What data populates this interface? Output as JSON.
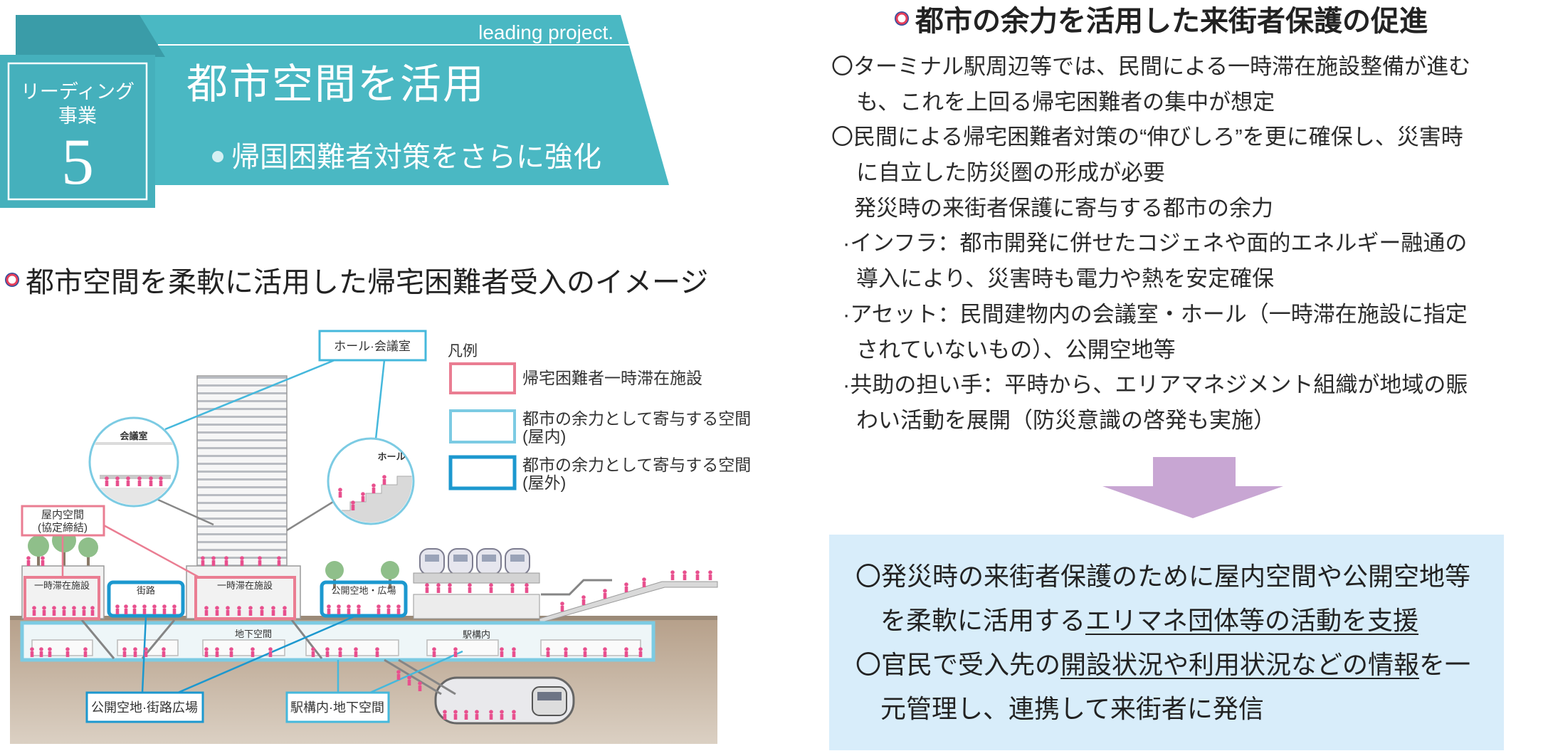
{
  "banner": {
    "tagline": "leading project.",
    "badge_line1": "リーディング",
    "badge_line2": "事業",
    "badge_number": "5",
    "title": "都市空間を活用",
    "subtitle": "帰国困難者対策をさらに強化"
  },
  "left_section": {
    "heading": "都市空間を柔軟に活用した帰宅困難者受入のイメージ"
  },
  "diagram": {
    "legend": {
      "title": "凡例",
      "items": [
        {
          "label": "帰宅困難者一時滞在施設",
          "color": "#ea7d92"
        },
        {
          "label": "都市の余力として寄与する空間",
          "sub": "(屋内)",
          "color": "#7ccbe3"
        },
        {
          "label": "都市の余力として寄与する空間",
          "sub": "(屋外)",
          "color": "#1c98cf"
        }
      ]
    },
    "callouts": {
      "hall_meeting": "ホール·会議室",
      "indoor_space": "屋内空間",
      "indoor_space_note": "(協定締結)",
      "open_space_plaza": "公開空地·街路広場",
      "station_underground": "駅構内·地下空間"
    },
    "zoom_meeting_room": "会議室",
    "zoom_hall": "ホール",
    "labels": {
      "facility_left": "一時滞在施設",
      "street": "街路",
      "facility_center": "一時滞在施設",
      "open_space": "公開空地・広場",
      "underground": "地下空間",
      "station": "駅構内"
    }
  },
  "right_panel": {
    "heading": "都市の余力を活用した来街者保護の促進",
    "lines": [
      "〇ターミナル駅周辺等では、民間による一時滞在施設整備が進む",
      "も、これを上回る帰宅困難者の集中が想定",
      "〇民間による帰宅困難者対策の“伸びしろ”を更に確保し、災害時",
      "に自立した防災圏の形成が必要",
      "発災時の来街者保護に寄与する都市の余力",
      "·インフラ：都市開発に併せたコジェネや面的エネルギー融通の",
      "導入により、災害時も電力や熱を安定確保",
      "·アセット：民間建物内の会議室・ホール（一時滞在施設に指定",
      "されていないもの）、公開空地等",
      "·共助の担い手：平時から、エリアマネジメント組織が地域の賑",
      "わい活動を展開（防災意識の啓発も実施）"
    ]
  },
  "conclusion_box": {
    "line1": "〇発災時の来街者保護のために屋内空間や公開空地等",
    "line2_pre": "を柔軟に活用する",
    "line2_underline": "エリマネ団体等の活動を支援",
    "line3_pre": "〇官民で受入先の",
    "line3_underline": "開設状況や利用状況などの情報",
    "line3_post": "を一",
    "line4": "元管理し、連携して来街者に発信"
  },
  "colors": {
    "banner_teal": "#4ab8c3",
    "arrow_purple": "#c8a6d3",
    "box_background": "#d8edfa",
    "people_pink": "#e8508e"
  }
}
